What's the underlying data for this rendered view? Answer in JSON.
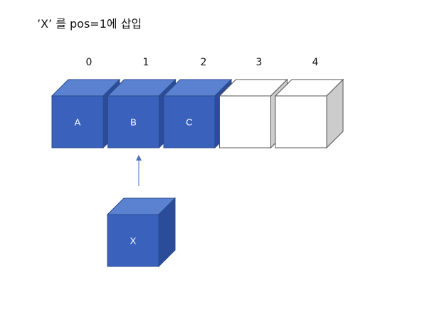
{
  "title": "’X’ 를 pos=1에 삽입",
  "indices": [
    "0",
    "1",
    "2",
    "3",
    "4"
  ],
  "array_cells": [
    {
      "index": "0",
      "label": "A",
      "filled": true
    },
    {
      "index": "1",
      "label": "B",
      "filled": true
    },
    {
      "index": "2",
      "label": "C",
      "filled": true
    },
    {
      "index": "3",
      "label": "",
      "filled": false
    },
    {
      "index": "4",
      "label": "",
      "filled": false
    }
  ],
  "insert_element": {
    "label": "X",
    "target_index": "1"
  },
  "colors": {
    "filled_front": "#3a62bd",
    "filled_top": "#5a82d0",
    "filled_side": "#2b4d99",
    "filled_stroke": "#2a4a8c",
    "empty_front": "#ffffff",
    "empty_top": "#ffffff",
    "empty_side": "#cccccc",
    "empty_stroke": "#555555",
    "arrow": "#4a70b8"
  }
}
